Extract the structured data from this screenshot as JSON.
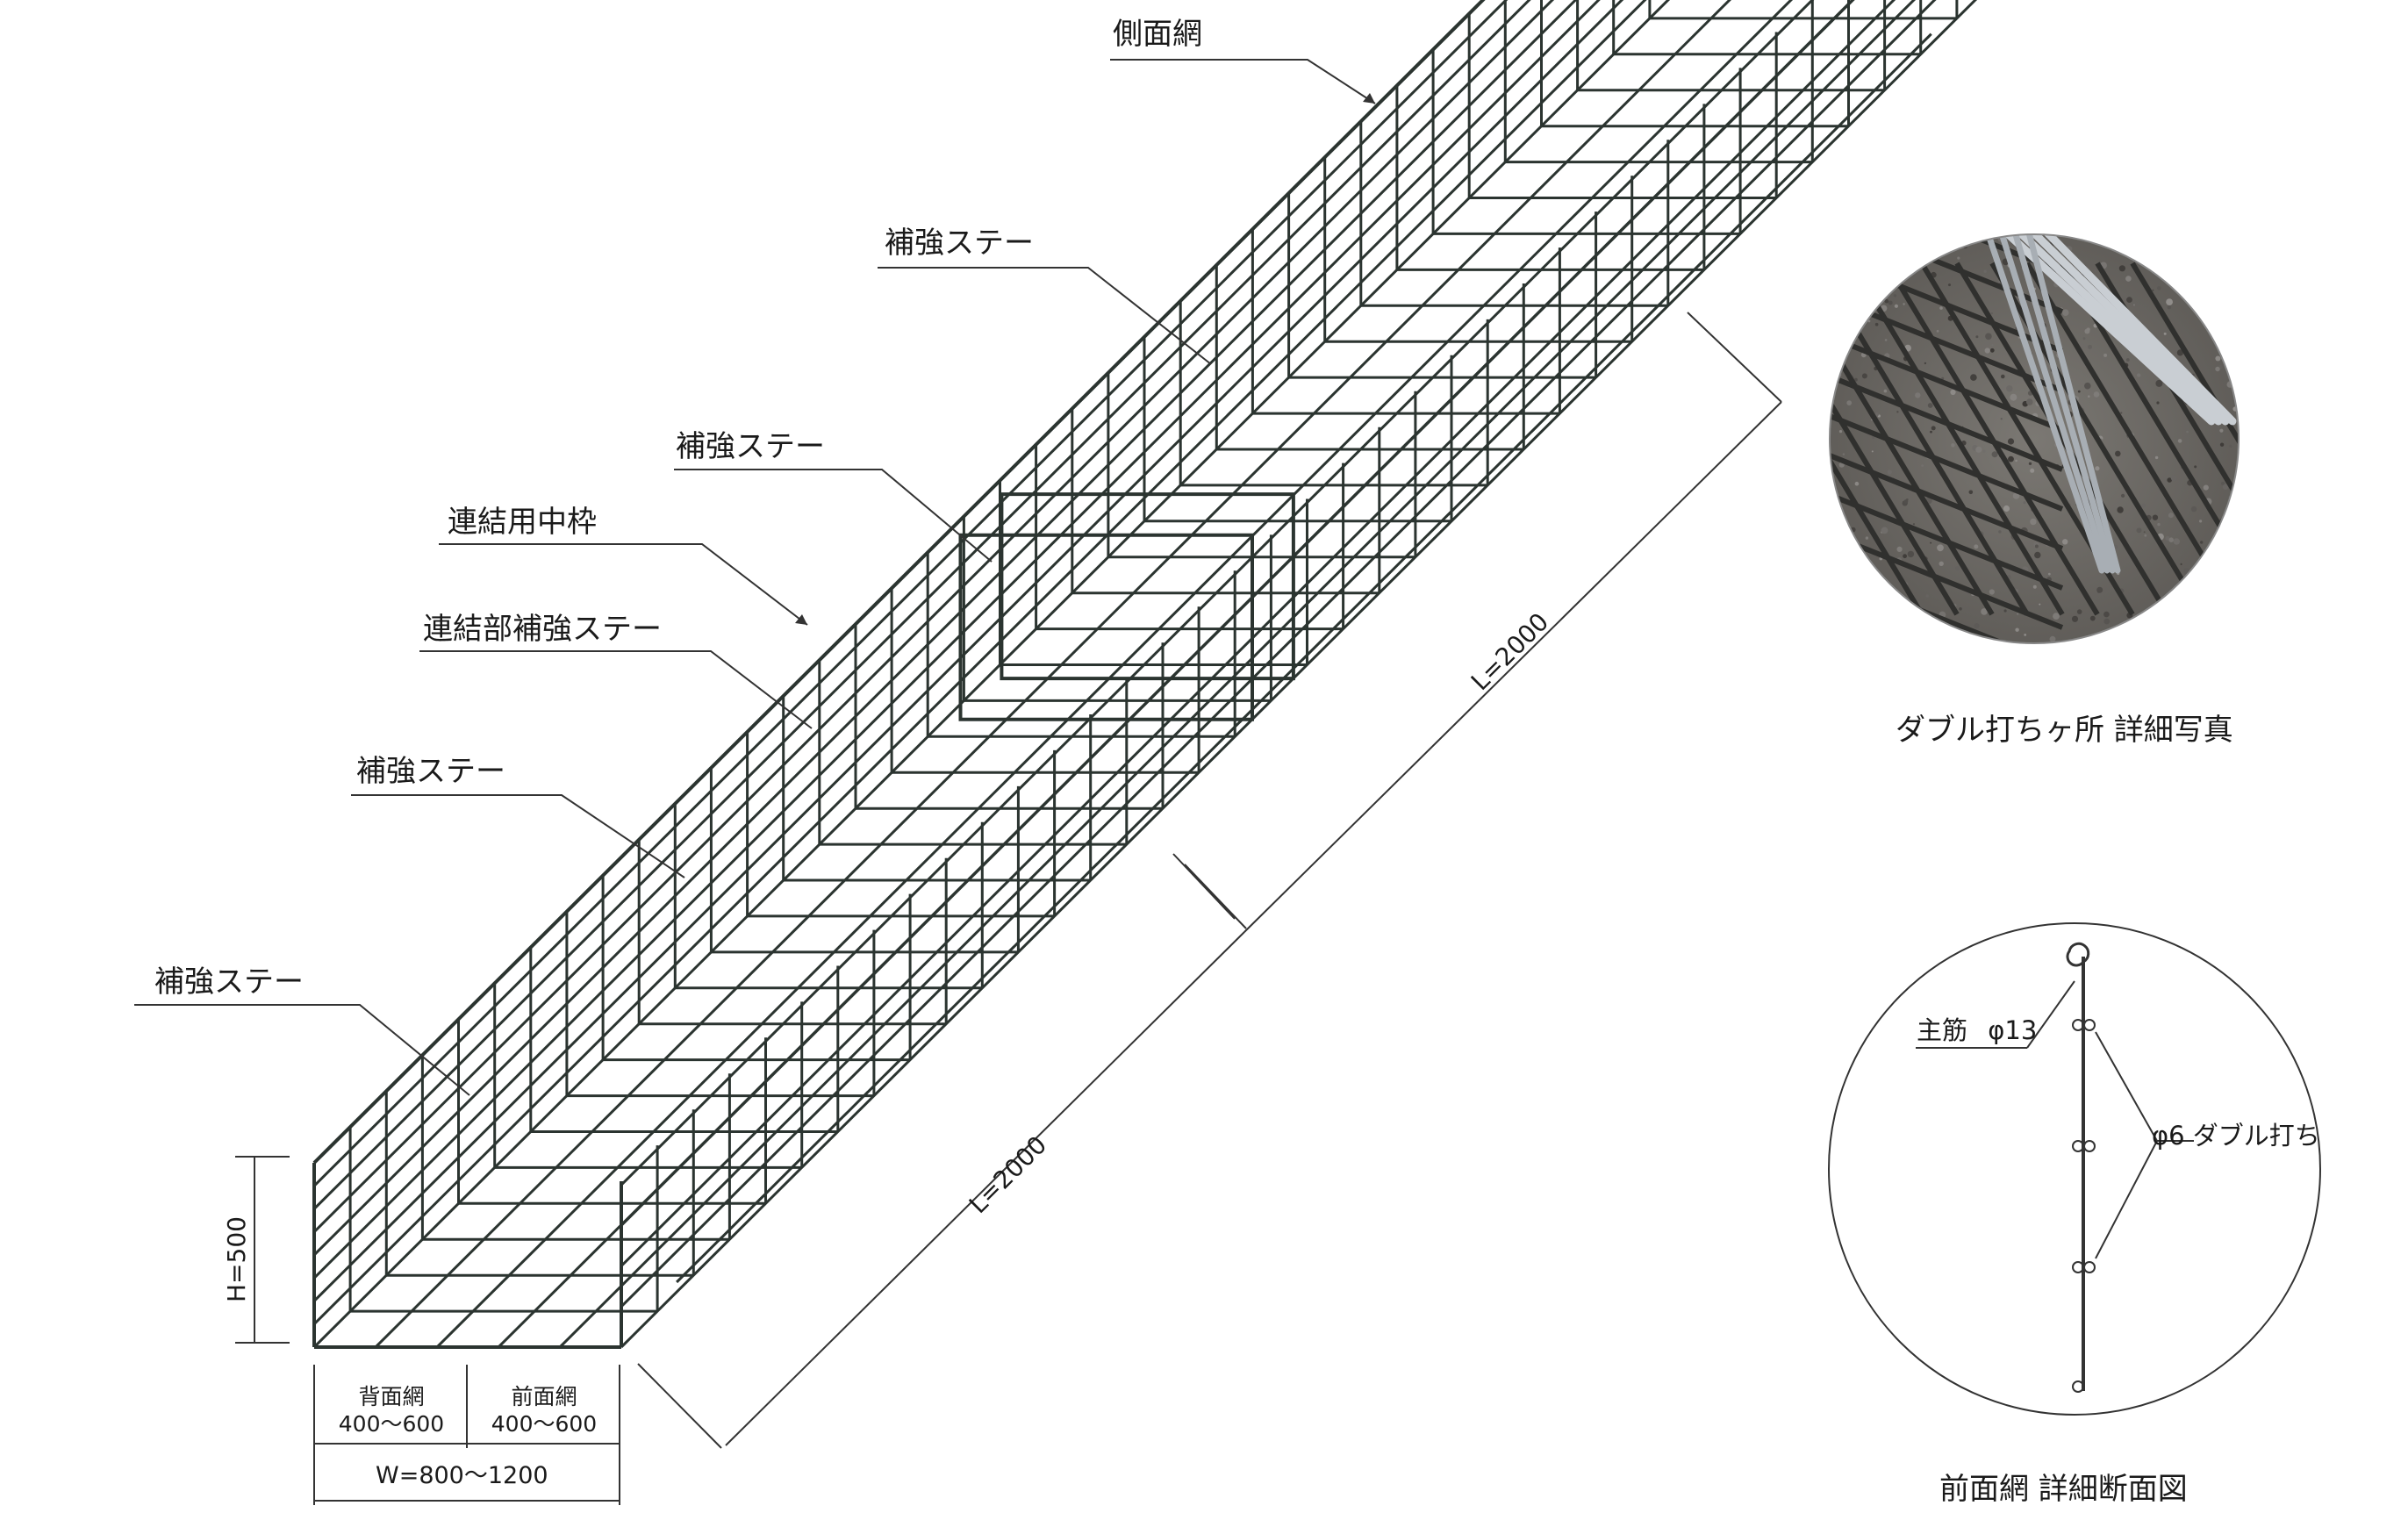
{
  "labels": {
    "side_mesh": "側面網",
    "stay_1": "補強ステー",
    "stay_2": "補強ステー",
    "middle_frame": "連結用中枠",
    "joint_stay": "連結部補強ステー",
    "stay_3": "補強ステー",
    "stay_4": "補強ステー"
  },
  "dimensions": {
    "length_upper": "L=2000",
    "length_lower": "L=2000",
    "height": "H=500",
    "back_mesh_label": "背面網",
    "back_mesh_range": "400〜600",
    "front_mesh_label": "前面網",
    "front_mesh_range": "400〜600",
    "width": "W=800〜1200"
  },
  "detail_photo": {
    "caption": "ダブル打ちヶ所 詳細写真"
  },
  "section_detail": {
    "main_bar": "主筋",
    "main_bar_dia": "φ13",
    "double_label": "φ6 ダブル打ち",
    "caption": "前面網 詳細断面図"
  },
  "colors": {
    "mesh": "#2b3430",
    "line": "#1a1a1a",
    "photo_ground": "#6d6a66",
    "photo_wire": "#b9bec3"
  }
}
